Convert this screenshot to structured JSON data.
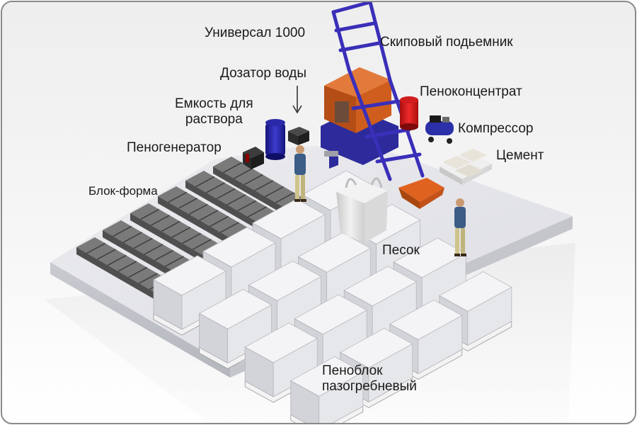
{
  "labels": {
    "universal": "Универсал 1000",
    "skip_lift": "Скиповый подьемник",
    "water_doser": "Дозатор воды",
    "foam_concentrate": "Пеноконцентрат",
    "mortar_tank_line1": "Емкость для",
    "mortar_tank_line2": "раствора",
    "compressor": "Компрессор",
    "foam_generator": "Пеногенератор",
    "cement": "Цемент",
    "block_mold": "Блок-форма",
    "sand": "Песок",
    "foam_block_line1": "Пеноблок",
    "foam_block_line2": "пазогребневый"
  },
  "colors": {
    "frame_border": "#8a8a8a",
    "platform_top": "#e4e5ea",
    "platform_side": "#bfc1c8",
    "lift_frame": "#3a2fb8",
    "mixer": "#d2601f",
    "foam_concentrate_drum": "#d11a1a",
    "mortar_tank": "#1f1f8c",
    "compressor": "#2b2fa8",
    "mold": "#6e6e6e",
    "blocks": "#dcdde2",
    "pallet": "#ececec",
    "skip_bucket": "#d9551c",
    "worker_shirt": "#3b5d86",
    "worker_pants": "#cfc48b"
  }
}
